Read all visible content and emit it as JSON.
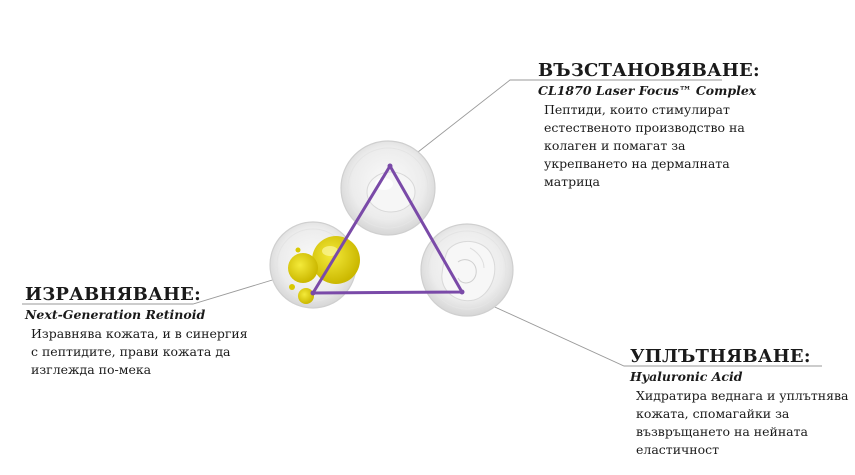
{
  "colors": {
    "triangle": "#7a4aa8",
    "leader": "#9a9a9a",
    "retinoid": "#e2d200",
    "glass": "#ececec"
  },
  "icons": {
    "top": "peptide-dish-icon",
    "left": "retinoid-droplet-icon",
    "right": "hyaluronic-gel-icon"
  },
  "sections": {
    "top": {
      "heading": "ВЪЗСТАНОВЯВАНЕ:",
      "subheading": "CL1870 Laser Focus™ Complex",
      "description": "Пептиди, които стимулират\nестественото производство на\nколаген и помагат за\nукрепването на  дермалната\nматрица"
    },
    "left": {
      "heading": "ИЗРАВНЯВАНЕ:",
      "subheading": "Next-Generation Retinoid",
      "description": "Изравнява кожата, и в синергия\nс пептидите, прави кожата да\nизглежда по-мека"
    },
    "right": {
      "heading": "УПЛЪТНЯВАНЕ:",
      "subheading": "Hyaluronic Acid",
      "description": "Хидратира веднага и уплътнява\nкожата, спомагайки за\nвъзвръщането на нейната\nеластичност"
    }
  }
}
